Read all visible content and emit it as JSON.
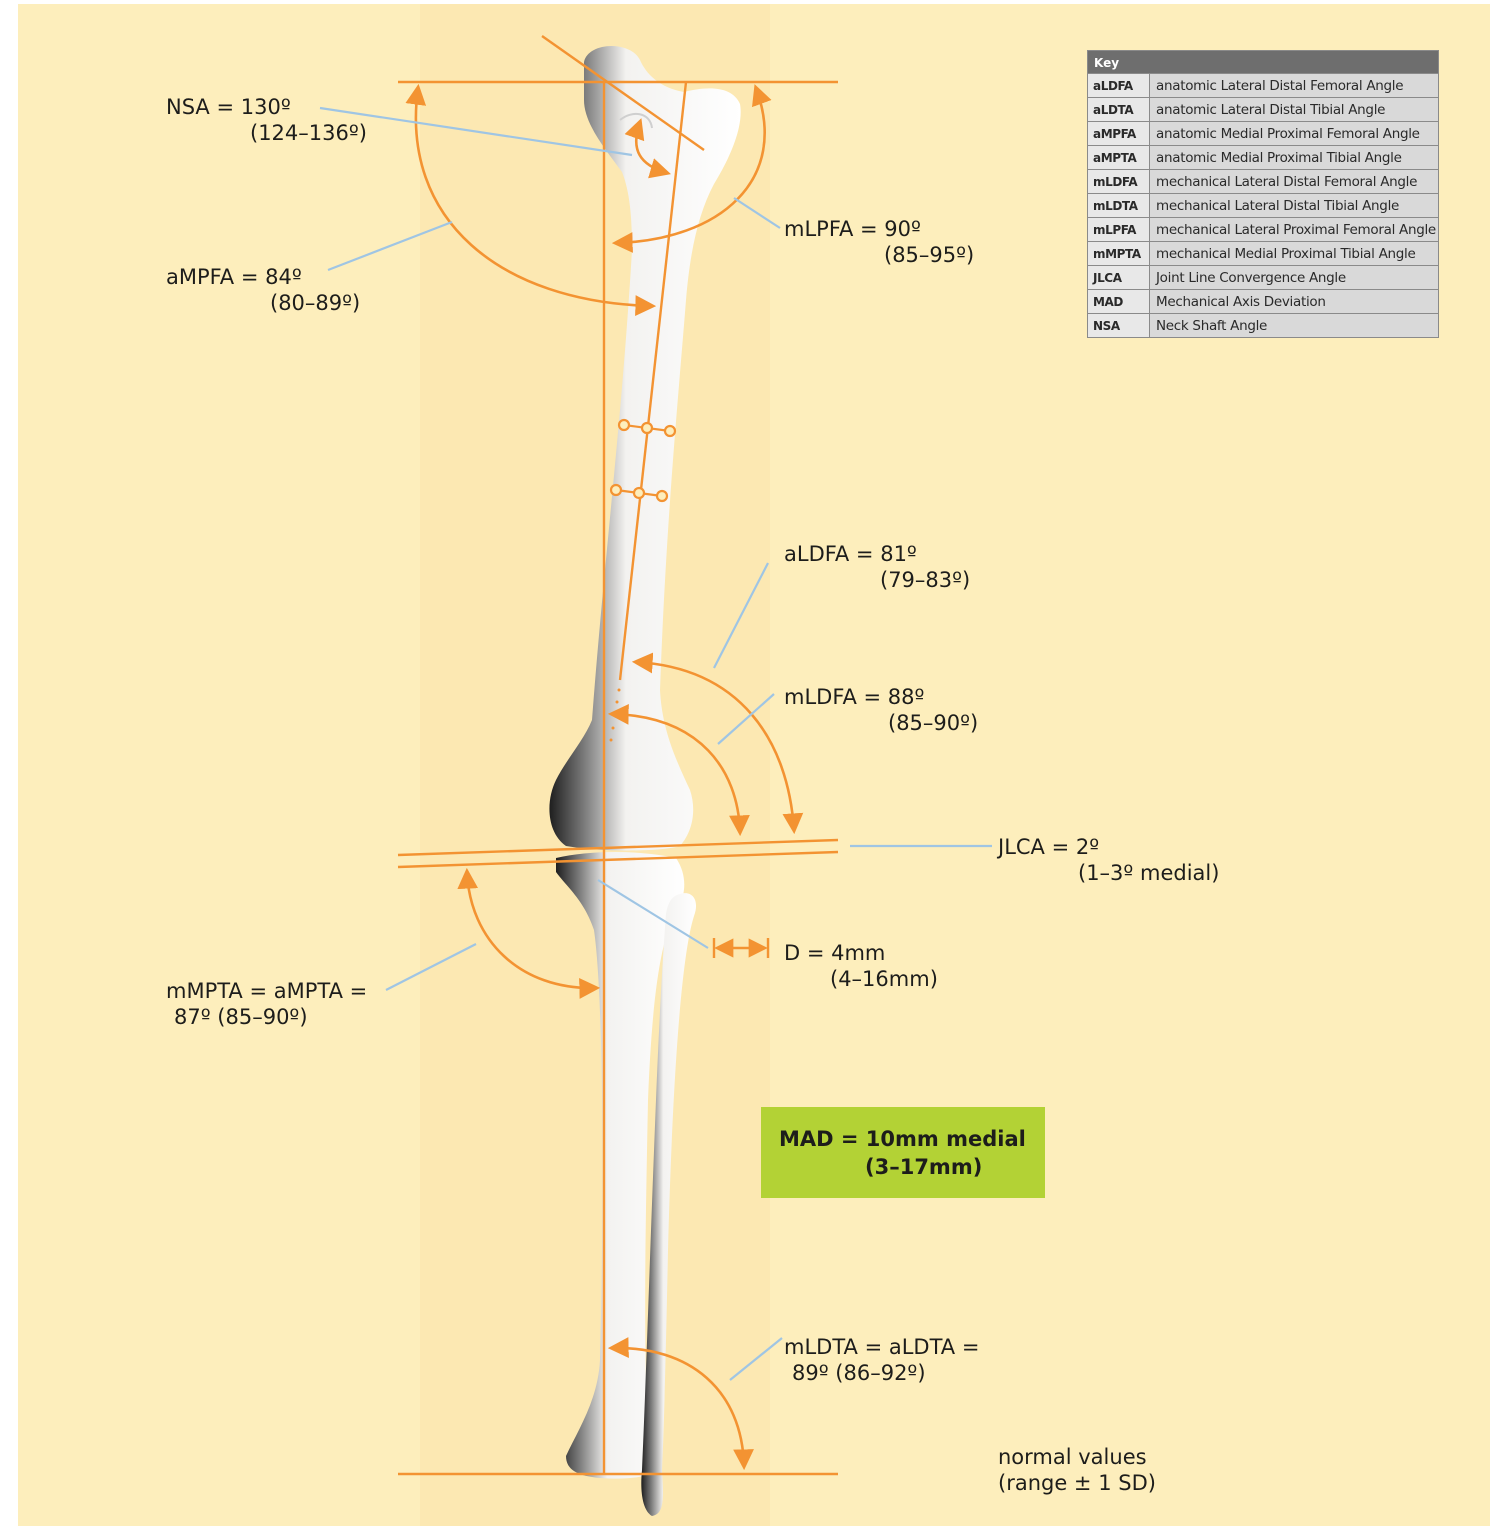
{
  "colors": {
    "background": "#fdeebc",
    "orange": "#f39332",
    "leader_blue": "#9fc5e4",
    "bone": "#f4f2ef",
    "mad_box": "#b3d235"
  },
  "labels": {
    "nsa": {
      "value": "NSA =  130º",
      "range": "(124–136º)"
    },
    "ampfa": {
      "value": "aMPFA = 84º",
      "range": "(80–89º)"
    },
    "mlpfa": {
      "value": "mLPFA = 90º",
      "range": "(85–95º)"
    },
    "aldfa": {
      "value": "aLDFA = 81º",
      "range": "(79–83º)"
    },
    "mldfa": {
      "value": "mLDFA = 88º",
      "range": "(85–90º)"
    },
    "jlca": {
      "value": "JLCA = 2º",
      "range": "(1–3º medial)"
    },
    "d": {
      "value": "D = 4mm",
      "range": "(4–16mm)"
    },
    "mmpta": {
      "value": "mMPTA = aMPTA =",
      "range": "87º (85–90º)"
    },
    "mldta": {
      "value": "mLDTA = aLDTA =",
      "range": "89º (86–92º)"
    },
    "mad": {
      "value": "MAD = 10mm medial",
      "range": "(3–17mm)"
    },
    "normal": {
      "line1": "normal values",
      "line2": "(range ± 1 SD)"
    }
  },
  "key": {
    "title": "Key",
    "rows": [
      {
        "abbr": "aLDFA",
        "text": "anatomic Lateral Distal Femoral Angle"
      },
      {
        "abbr": "aLDTA",
        "text": "anatomic Lateral Distal Tibial Angle"
      },
      {
        "abbr": "aMPFA",
        "text": "anatomic Medial Proximal Femoral Angle"
      },
      {
        "abbr": "aMPTA",
        "text": "anatomic Medial Proximal Tibial Angle"
      },
      {
        "abbr": "mLDFA",
        "text": "mechanical Lateral Distal Femoral Angle"
      },
      {
        "abbr": "mLDTA",
        "text": "mechanical Lateral Distal Tibial Angle"
      },
      {
        "abbr": "mLPFA",
        "text": "mechanical Lateral Proximal Femoral Angle"
      },
      {
        "abbr": "mMPTA",
        "text": "mechanical Medial Proximal Tibial Angle"
      },
      {
        "abbr": "JLCA",
        "text": "Joint Line Convergence Angle"
      },
      {
        "abbr": "MAD",
        "text": "Mechanical Axis Deviation"
      },
      {
        "abbr": "NSA",
        "text": "Neck Shaft Angle"
      }
    ]
  }
}
